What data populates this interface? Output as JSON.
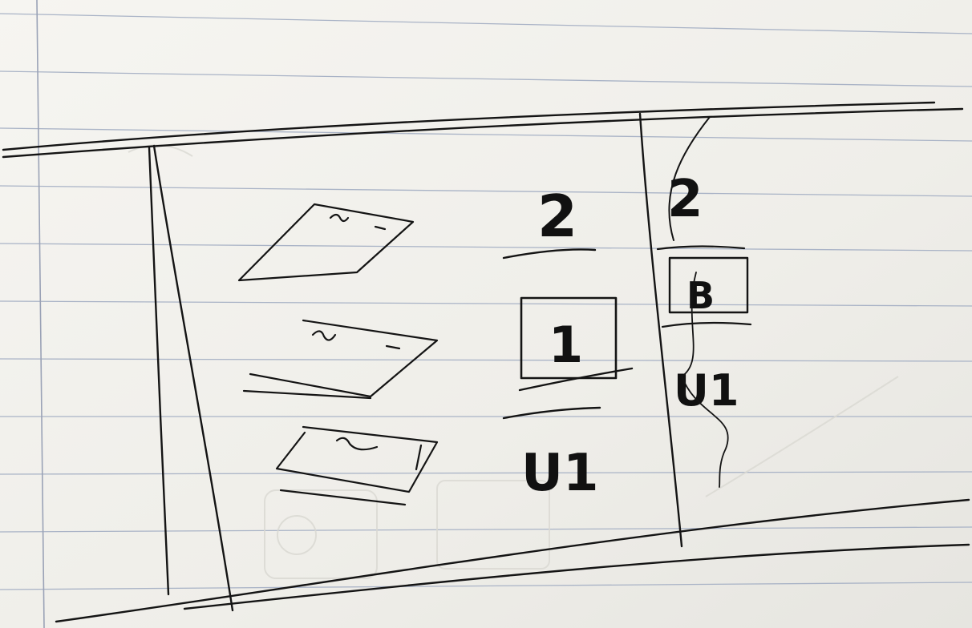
{
  "sketch": {
    "paper_color": "#f2f1ec",
    "rule_color": "#a9b3c6",
    "margin_color": "#9aa2b6",
    "ink_color": "#141414",
    "middle_column": {
      "top_label": "2",
      "boxed_label": "1",
      "bottom_label": "U1"
    },
    "right_column": {
      "top_label": "2",
      "boxed_label": "B",
      "bottom_label": "U1"
    }
  }
}
